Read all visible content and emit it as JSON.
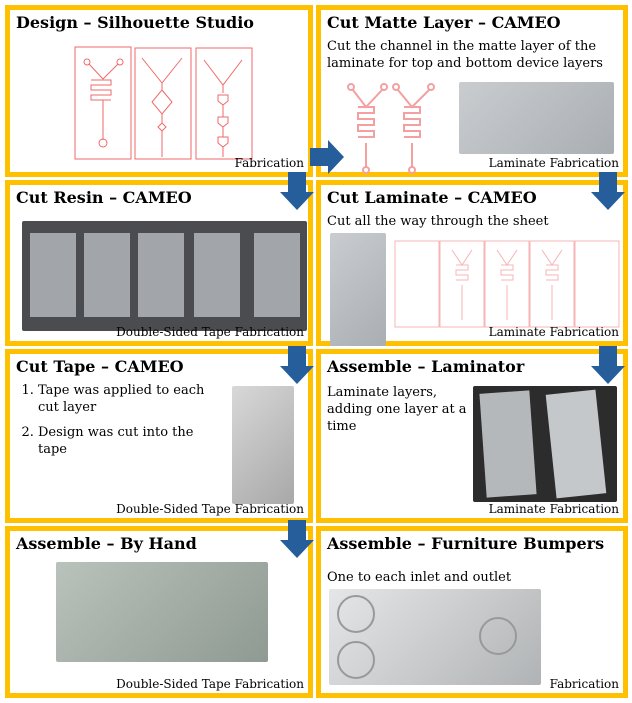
{
  "panels": [
    {
      "title": "Design – Silhouette Studio",
      "caption": "Fabrication"
    },
    {
      "title": "Cut Matte Layer – CAMEO",
      "description": "Cut the channel in the matte layer of the laminate for top and bottom device layers",
      "caption": "Laminate Fabrication"
    },
    {
      "title": "Cut Resin – CAMEO",
      "caption": "Double-Sided Tape Fabrication"
    },
    {
      "title": "Cut Laminate – CAMEO",
      "description": "Cut all the way through the sheet",
      "caption": "Laminate Fabrication"
    },
    {
      "title": "Cut Tape – CAMEO",
      "steps": [
        "Tape was applied to each cut layer",
        "Design was cut into the tape"
      ],
      "caption": "Double-Sided Tape Fabrication"
    },
    {
      "title": "Assemble – Laminator",
      "description": "Laminate layers, adding one layer at a time",
      "caption": "Laminate Fabrication"
    },
    {
      "title": "Assemble – By Hand",
      "caption": "Double-Sided Tape Fabrication"
    },
    {
      "title": "Assemble – Furniture Bumpers",
      "description": "One to each inlet and outlet",
      "caption": "Fabrication"
    }
  ],
  "colors": {
    "border": "#FFC000",
    "arrow": "#255E9B",
    "design_line": "#F06A6A"
  }
}
